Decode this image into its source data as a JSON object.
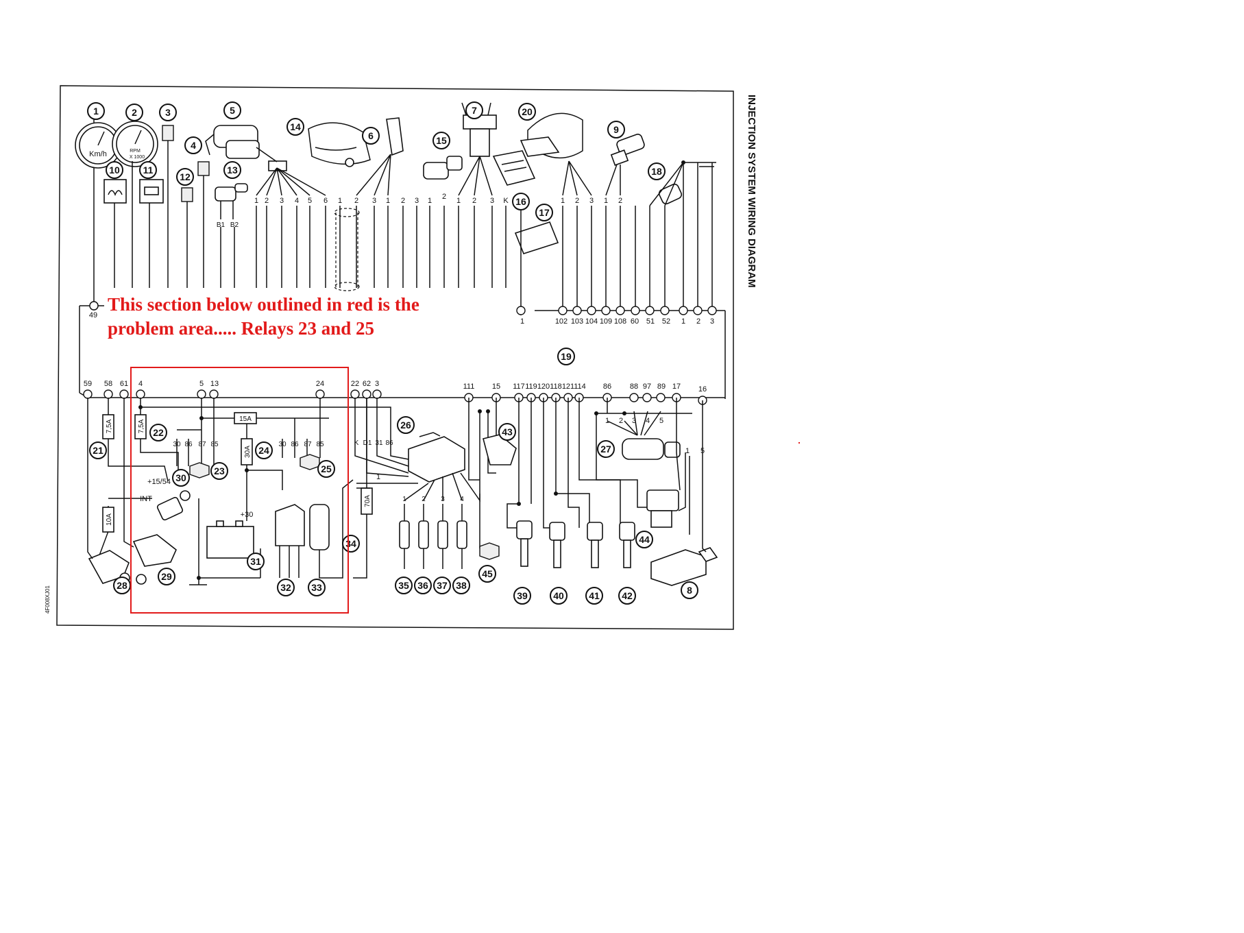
{
  "title": "INJECTION SYSTEM WIRING DIAGRAM",
  "note": {
    "line1": "This section below outlined in red is the",
    "line2": "problem area..... Relays 23 and 25"
  },
  "reference": "4F008XJ01",
  "callouts": [
    "1",
    "2",
    "3",
    "4",
    "5",
    "6",
    "7",
    "8",
    "9",
    "10",
    "11",
    "12",
    "13",
    "14",
    "15",
    "16",
    "17",
    "18",
    "19",
    "20",
    "21",
    "22",
    "23",
    "24",
    "25",
    "26",
    "27",
    "28",
    "29",
    "30",
    "31",
    "32",
    "33",
    "34",
    "35",
    "36",
    "37",
    "38",
    "39",
    "40",
    "41",
    "42",
    "43",
    "44",
    "45"
  ],
  "ecu_terminals_top": [
    "49",
    "1",
    "102",
    "103",
    "104",
    "109",
    "108",
    "60",
    "51",
    "52",
    "1",
    "2",
    "3"
  ],
  "ecu_terminals_bottom": [
    "59",
    "58",
    "61",
    "4",
    "5",
    "13",
    "24",
    "22",
    "62",
    "3",
    "111",
    "15",
    "117",
    "119",
    "120",
    "118",
    "121",
    "114",
    "86",
    "88",
    "97",
    "89",
    "17",
    "16"
  ],
  "fuses": [
    "7,5A",
    "7,5A",
    "15A",
    "30A",
    "10A",
    "70A"
  ],
  "relay_23_pins": [
    "30",
    "86",
    "87",
    "85"
  ],
  "relay_25_pins": [
    "30",
    "86",
    "87",
    "85"
  ],
  "module_26_pins": [
    "K",
    "D1",
    "31",
    "86"
  ],
  "labels": {
    "kmh": "Km/h",
    "rpm": "RPM",
    "rpm_scale": "X 1000",
    "b1": "B1",
    "b2": "B2",
    "ign_15_54": "+15/54",
    "ign_int": "INT",
    "batt_plus30": "+30",
    "pin_k": "K",
    "pin_1": "1",
    "pin_2": "2",
    "pin_3": "3",
    "pin_4": "4",
    "pin_5": "5",
    "pin_6": "6"
  },
  "colors": {
    "highlight": "#e21a1a",
    "ink": "#111111"
  }
}
